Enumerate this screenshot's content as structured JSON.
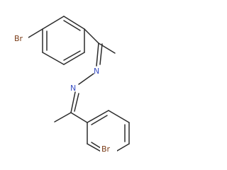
{
  "diagram": {
    "type": "chemical-structure",
    "atoms": {
      "br_top": "Br",
      "n_upper": "N",
      "n_lower": "N",
      "br_bottom": "Br"
    },
    "colors": {
      "bond": "#2b2b2b",
      "nitrogen": "#3a4fc4",
      "bromine": "#7a3b16",
      "background": "#ffffff"
    }
  }
}
